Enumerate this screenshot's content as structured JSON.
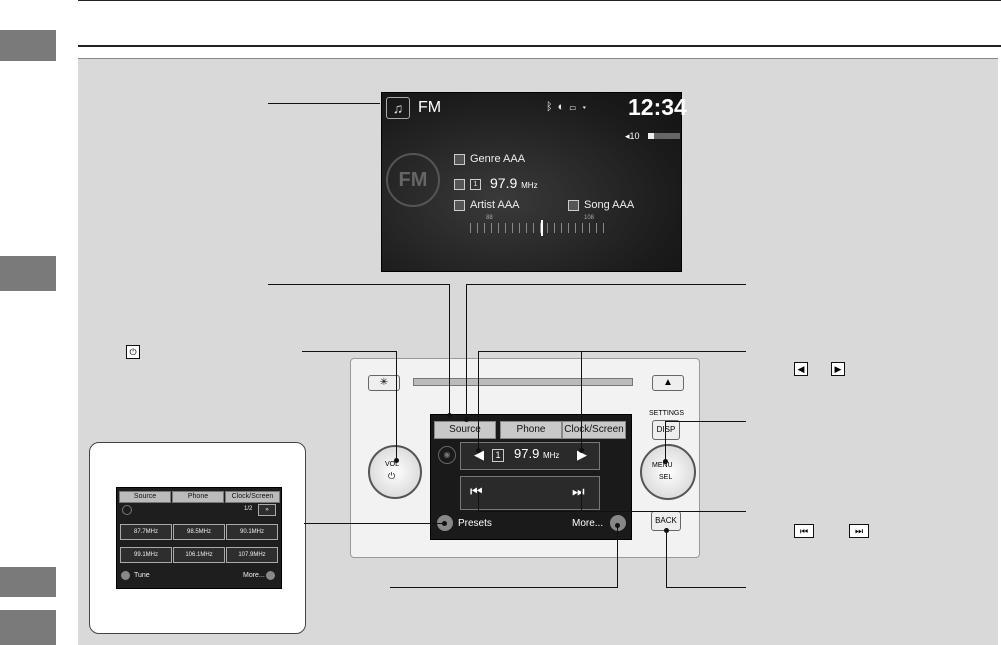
{
  "screen": {
    "band": "FM",
    "clock": "12:34",
    "status_icons": "ᛒ ◐ ▭ ▾",
    "volume": "10",
    "genre": "Genre AAA",
    "preset_number": "1",
    "frequency": "97.9",
    "frequency_unit": "MHz",
    "artist": "Artist AAA",
    "song": "Song AAA",
    "dial_low": "88",
    "dial_high": "108",
    "fm_logo": "FM",
    "volume_level": 0.2
  },
  "unit": {
    "eject": "▲",
    "settings": "SETTINGS",
    "disp": "DISP",
    "vol": "VOL",
    "menu": "MENU",
    "sel": "SEL",
    "back": "BACK",
    "tabs": [
      "Source",
      "Phone",
      "Clock/Screen"
    ],
    "preset_number": "1",
    "frequency": "97.9",
    "frequency_unit": "MHz",
    "presets": "Presets",
    "more": "More..."
  },
  "inset": {
    "tabs": [
      "Source",
      "Phone",
      "Clock/Screen"
    ],
    "page": "1/2",
    "presets": [
      "87.7MHz",
      "98.5MHz",
      "90.1MHz",
      "99.1MHz",
      "106.1MHz",
      "107.9MHz"
    ],
    "tune": "Tune",
    "more": "More..."
  }
}
